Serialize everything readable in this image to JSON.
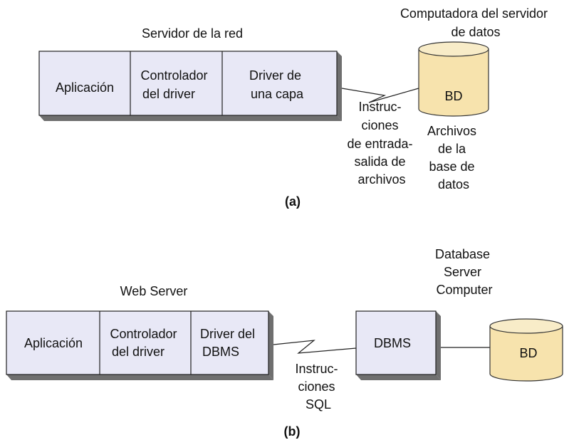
{
  "colors": {
    "box_face": "#e8e8f6",
    "box_shade": "#6f6f6f",
    "box_stroke": "#222222",
    "db_fill": "#f7e3ad",
    "db_top": "#f8ecc8",
    "db_stroke": "#333333",
    "line": "#222222"
  },
  "diagram_a": {
    "server_title": "Servidor de la red",
    "db_computer_title_lines": [
      "Computadora del servidor",
      "de datos"
    ],
    "cells": [
      [
        "Aplicación"
      ],
      [
        "Controlador",
        "del driver"
      ],
      [
        "Driver de",
        "una capa"
      ]
    ],
    "db_label": "BD",
    "connector_label_lines": [
      "Instruc-",
      "ciones",
      "de entrada-",
      "salida de",
      "archivos"
    ],
    "db_files_label_lines": [
      "Archivos",
      "de la",
      "base de",
      "datos"
    ],
    "caption": "(a)"
  },
  "diagram_b": {
    "server_title": "Web Server",
    "db_computer_title_lines": [
      "Database",
      "Server",
      "Computer"
    ],
    "cells": [
      [
        "Aplicación"
      ],
      [
        "Controlador",
        "del driver"
      ],
      [
        "Driver del",
        "DBMS"
      ]
    ],
    "dbms_label": "DBMS",
    "db_label": "BD",
    "connector_label_lines": [
      "Instruc-",
      "ciones",
      "SQL"
    ],
    "caption": "(b)"
  }
}
